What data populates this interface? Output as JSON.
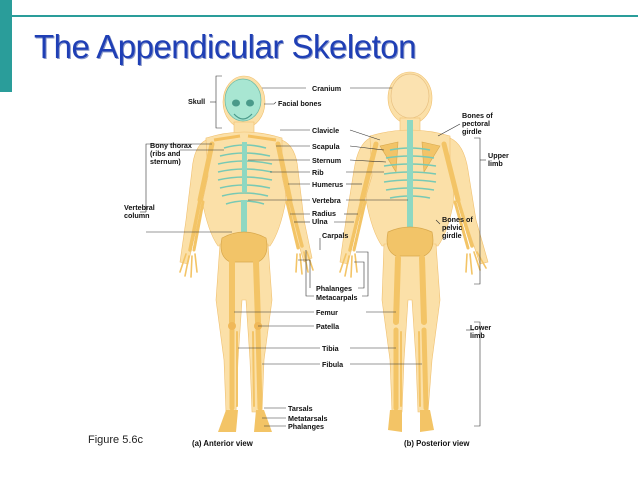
{
  "title": "The Appendicular Skeleton",
  "caption": "Figure 5.6c",
  "views": {
    "anterior": "(a) Anterior view",
    "posterior": "(b) Posterior view"
  },
  "labels": {
    "skull": "Skull",
    "cranium": "Cranium",
    "facial_bones": "Facial bones",
    "bony_thorax_1": "Bony thorax",
    "bony_thorax_2": "(ribs and",
    "bony_thorax_3": "sternum)",
    "vertebral_column_1": "Vertebral",
    "vertebral_column_2": "column",
    "clavicle": "Clavicle",
    "scapula": "Scapula",
    "sternum": "Sternum",
    "rib": "Rib",
    "humerus": "Humerus",
    "vertebra": "Vertebra",
    "radius": "Radius",
    "ulna": "Ulna",
    "carpals": "Carpals",
    "phalanges_hand": "Phalanges",
    "metacarpals": "Metacarpals",
    "femur": "Femur",
    "patella": "Patella",
    "tibia": "Tibia",
    "fibula": "Fibula",
    "tarsals": "Tarsals",
    "metatarsals": "Metatarsals",
    "phalanges_foot": "Phalanges",
    "pectoral_1": "Bones of",
    "pectoral_2": "pectoral",
    "pectoral_3": "girdle",
    "upper_limb_1": "Upper",
    "upper_limb_2": "limb",
    "pelvic_1": "Bones of",
    "pelvic_2": "pelvic",
    "pelvic_3": "girdle",
    "lower_limb_1": "Lower",
    "lower_limb_2": "limb"
  },
  "colors": {
    "accent": "#2a9d9a",
    "title": "#1f3fb5",
    "body": "#f7cf86",
    "bone": "#f6c46e",
    "axial": "#9fe0cc"
  }
}
